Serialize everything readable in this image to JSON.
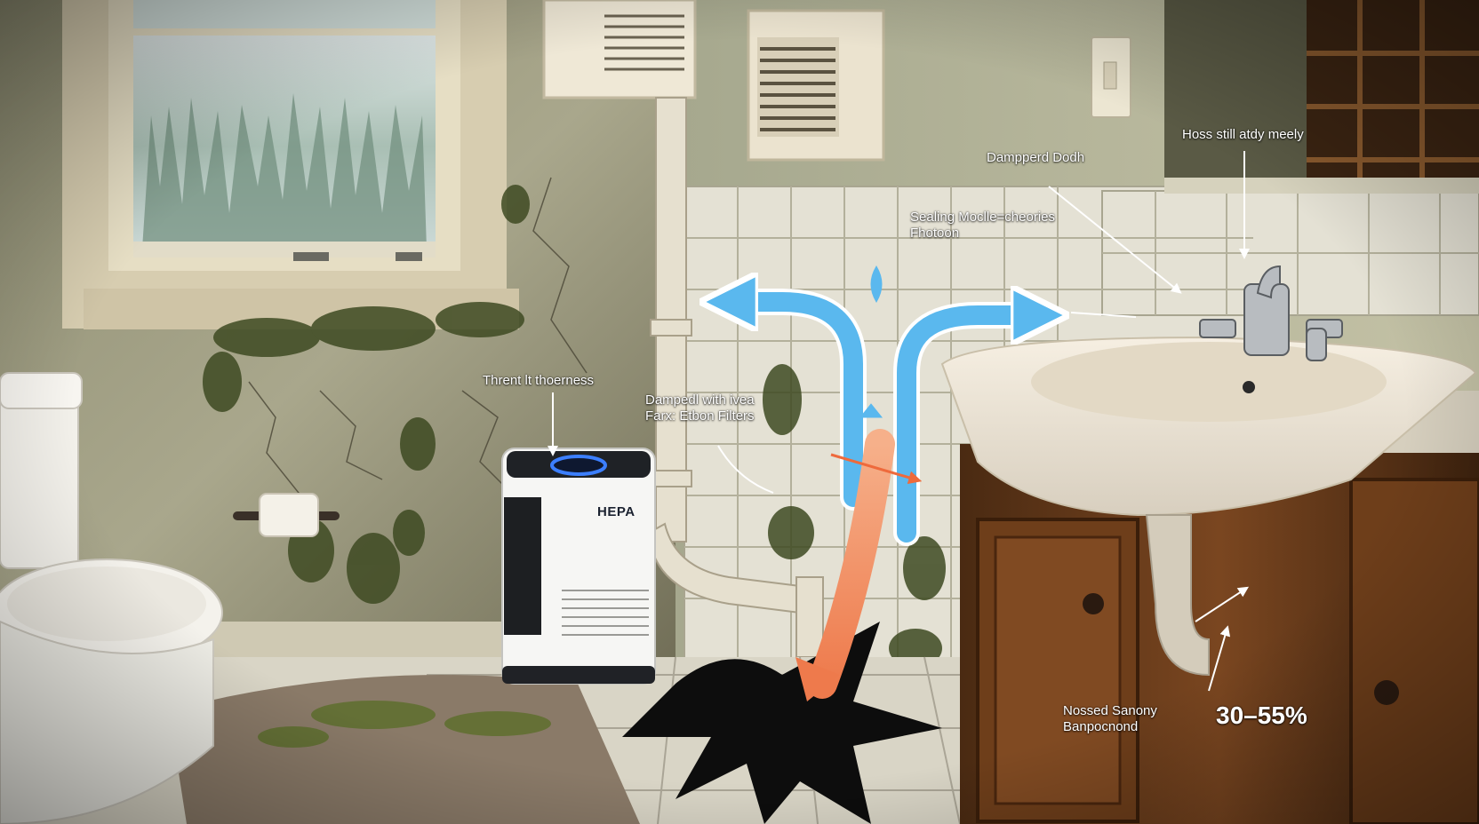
{
  "annotations": {
    "air_purifier": "Thrent lt thoerness",
    "dampened_filters": [
      "Dampedl with ivea",
      "Farx: Etbon Filters"
    ],
    "sealing": [
      "Sealing Moclle=cheories",
      "Fhotoon"
    ],
    "damper": "Dampperd Dodh",
    "mirror_note": "Hoss still atdy meely",
    "plumbing": [
      "Nossed Sanony",
      "Banpocnond"
    ],
    "humidity_range": "30–55%"
  },
  "device": {
    "brand": "HEPA"
  },
  "colors": {
    "airflow_arrow": "#5ab8ee",
    "heat_arrow": "#ee7a4c",
    "mold": "#3e4a22",
    "wall": "#b9b79a",
    "tile": "#e4e1d4",
    "vanity_wood": "#6a3c1c"
  }
}
